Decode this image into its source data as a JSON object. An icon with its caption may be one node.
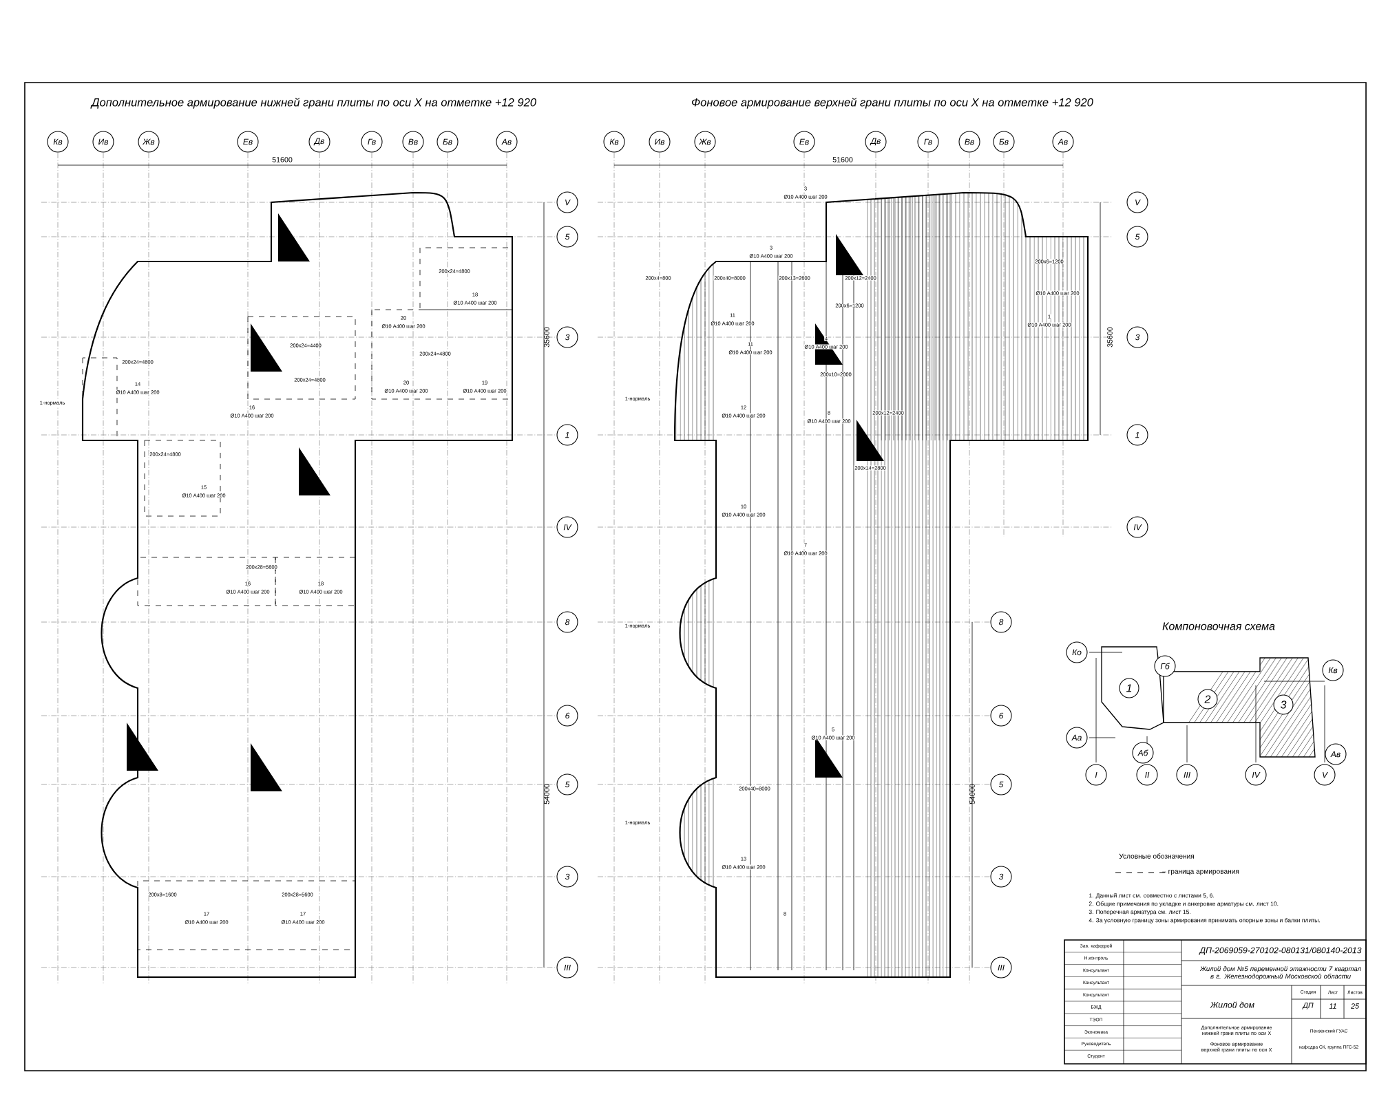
{
  "diagram": {
    "nodes": [
      {
        "text": [
          "Кв"
        ]
      },
      {
        "text": [
          "Ив"
        ]
      },
      {
        "text": [
          "Жв"
        ]
      },
      {
        "text": [
          "Ев"
        ]
      },
      {
        "text": [
          "Дв"
        ]
      },
      {
        "text": [
          "Гв"
        ]
      },
      {
        "text": [
          "Вв"
        ]
      },
      {
        "text": [
          "Бв"
        ]
      },
      {
        "text": [
          "Ав"
        ]
      },
      {
        "text": [
          "V"
        ]
      },
      {
        "text": [
          "5"
        ]
      },
      {
        "text": [
          "3"
        ]
      },
      {
        "text": [
          "1"
        ]
      },
      {
        "text": [
          "IV"
        ]
      },
      {
        "text": [
          "8"
        ]
      },
      {
        "text": [
          "6"
        ]
      },
      {
        "text": [
          "5"
        ]
      },
      {
        "text": [
          "3"
        ]
      },
      {
        "text": [
          "III"
        ]
      },
      {
        "text": [
          "Кв"
        ]
      },
      {
        "text": [
          "Ив"
        ]
      },
      {
        "text": [
          "Жв"
        ]
      },
      {
        "text": [
          "Ев"
        ]
      },
      {
        "text": [
          "Дв"
        ]
      },
      {
        "text": [
          "Гв"
        ]
      },
      {
        "text": [
          "Вв"
        ]
      },
      {
        "text": [
          "Бв"
        ]
      },
      {
        "text": [
          "Ав"
        ]
      },
      {
        "text": [
          "V"
        ]
      },
      {
        "text": [
          "5"
        ]
      },
      {
        "text": [
          "3"
        ]
      },
      {
        "text": [
          "1"
        ]
      },
      {
        "text": [
          "IV"
        ]
      },
      {
        "text": [
          "8"
        ]
      },
      {
        "text": [
          "6"
        ]
      },
      {
        "text": [
          "5"
        ]
      },
      {
        "text": [
          "3"
        ]
      },
      {
        "text": [
          "III"
        ]
      },
      {
        "text": [
          "Ко"
        ]
      },
      {
        "text": [
          "Гб"
        ]
      },
      {
        "text": [
          "Кв"
        ]
      },
      {
        "text": [
          "Аа"
        ]
      },
      {
        "text": [
          "Аб"
        ]
      },
      {
        "text": [
          "Ав"
        ]
      },
      {
        "text": [
          "I"
        ]
      },
      {
        "text": [
          "II"
        ]
      },
      {
        "text": [
          "III"
        ]
      },
      {
        "text": [
          "IV"
        ]
      },
      {
        "text": [
          "V"
        ]
      },
      {
        "text": [
          "1"
        ]
      },
      {
        "text": [
          "2"
        ]
      },
      {
        "text": [
          "3"
        ]
      }
    ],
    "labels": [
      "Дополнительное армирование нижней грани плиты по оси X на отметке +12 920",
      "Фоновое армирование верхней грани плиты по оси X на отметке +12 920",
      "51600",
      "35600",
      "54000",
      "51600",
      "35600",
      "54000",
      "1-нормаль",
      "200х24=4800",
      "18",
      "Ø10 A400 шаг 200",
      "20",
      "Ø10 A400 шаг 200",
      "200х24=4400",
      "200х24=4800",
      "200х24=4800",
      "14",
      "Ø10 A400 шаг 200",
      "200х24=4800",
      "20",
      "Ø10 A400 шаг 200",
      "19",
      "Ø10 A400 шаг 200",
      "16",
      "Ø10 A400 шаг 200",
      "200х24=4800",
      "15",
      "Ø10 A400 шаг 200",
      "200х28=5600",
      "16",
      "Ø10 A400 шаг 200",
      "18",
      "Ø10 A400 шаг 200",
      "200х8=1600",
      "200х28=5600",
      "17",
      "Ø10 A400 шаг 200",
      "17",
      "Ø10 A400 шаг 200",
      "1-нормаль",
      "1-нормаль",
      "1-нормаль",
      "3",
      "Ø10 A400 шаг 200",
      "3",
      "Ø10 A400 шаг 200",
      "200х4=800",
      "200х40=8000",
      "200х13=2600",
      "200х12=2400",
      "200х6=1200",
      "Ø10 A400 шаг 200",
      "1",
      "Ø10 A400 шаг 200",
      "11",
      "Ø10 A400 шаг 200",
      "11",
      "Ø10 A400 шаг 200",
      "4",
      "Ø10 A400 шаг 200",
      "200х6=1200",
      "200х10=2000",
      "12",
      "Ø10 A400 шаг 200",
      "8",
      "Ø10 A400 шаг 200",
      "200х12=2400",
      "200х14=2800",
      "10",
      "Ø10 A400 шаг 200",
      "7",
      "Ø10 A400 шаг 200",
      "5",
      "Ø10 A400 шаг 200",
      "200х40=8000",
      "13",
      "Ø10 A400 шаг 200",
      "8",
      "Компоновочная схема",
      "Условные обозначения",
      "– граница армирования",
      "1. Данный лист см. совместно с листами 5, 6.",
      "2. Общие примечания по укладке и анкеровке арматуры см. лист 10.",
      "3. Поперечная арматура см. лист 15.",
      "4. За условную границу зоны армирования принимать опорные зоны и балки плиты.",
      "ДП-2069059-270102-080131/080140-2013",
      "Жилой дом №5 переменной этажности 7 квартал в г. Железнодорожный Московской области",
      "Жилой дом",
      "Стадия",
      "Лист",
      "Листов",
      "ДП",
      "11",
      "25",
      "Дополнительное армирование нижней грани плиты по оси X",
      "Фоновое армирование верхней грани плиты по оси X",
      "Пензенский ГУАС",
      "кафедра СК, группа ПГС-52",
      "Зав. кафедрой",
      "Н.контроль",
      "Консультант",
      "Консультант",
      "Консультант",
      "БЖД",
      "ТЭОП",
      "Экономика",
      "Руководитель",
      "Студент"
    ]
  }
}
